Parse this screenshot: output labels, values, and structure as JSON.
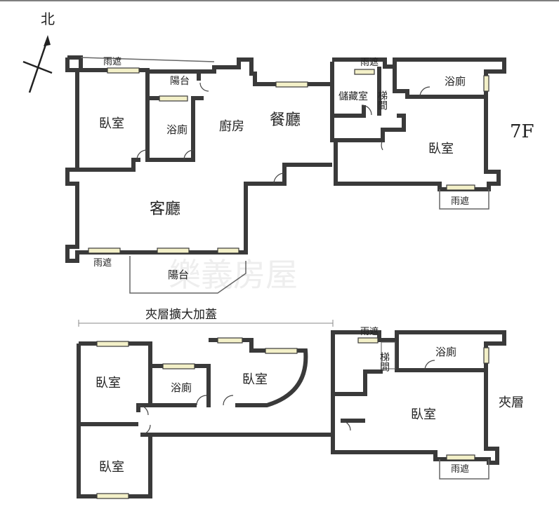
{
  "compass": {
    "north": "北"
  },
  "floor_7f": {
    "floor_label": "7F",
    "rooms": {
      "bedroom_left": "臥室",
      "balcony_top": "陽台",
      "bath_left": "浴廁",
      "kitchen": "廚房",
      "dining": "餐廳",
      "living": "客廳",
      "storage": "儲藏室",
      "stairs": "梯間",
      "bath_right": "浴廁",
      "bedroom_right": "臥室",
      "balcony_bottom": "陽台"
    },
    "awnings": {
      "top_left": "雨遮",
      "top_right": "雨遮",
      "bottom_right": "雨遮",
      "bottom_left": "雨遮"
    }
  },
  "mezzanine": {
    "extension_note": "夾層擴大加蓋",
    "floor_label": "夾層",
    "rooms": {
      "bedroom_1": "臥室",
      "bath_1": "浴廁",
      "bedroom_2": "臥室",
      "bedroom_3": "臥室",
      "stairs": "梯間",
      "bath_2": "浴廁",
      "bedroom_4": "臥室"
    },
    "awnings": {
      "top": "雨遮",
      "bottom": "雨遮"
    }
  },
  "watermark": "樂義房屋"
}
